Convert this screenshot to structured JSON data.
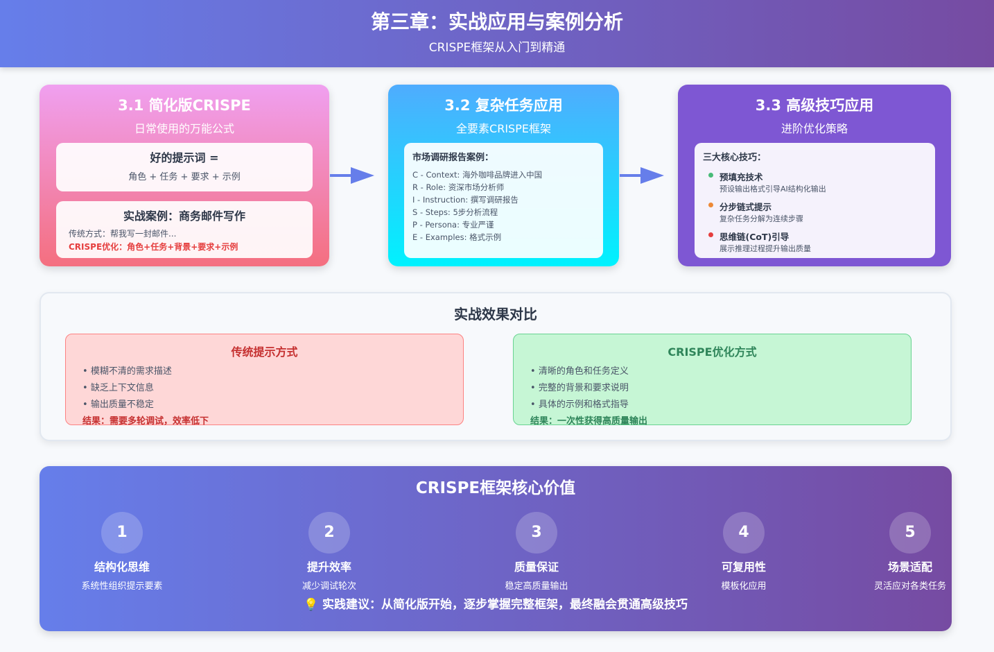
{
  "header": {
    "title": "第三章：实战应用与案例分析",
    "subtitle": "CRISPE框架从入门到精通"
  },
  "card1": {
    "title": "3.1 简化版CRISPE",
    "subtitle": "日常使用的万能公式",
    "formula_title": "好的提示词 =",
    "formula": "角色 + 任务 + 要求 + 示例",
    "case_title": "实战案例：商务邮件写作",
    "traditional": "传统方式：帮我写一封邮件...",
    "optimized": "CRISPE优化：角色+任务+背景+要求+示例"
  },
  "card2": {
    "title": "3.2 复杂任务应用",
    "subtitle": "全要素CRISPE框架",
    "case_title": "市场调研报告案例：",
    "items": [
      "C - Context: 海外咖啡品牌进入中国",
      "R - Role: 资深市场分析师",
      "I - Instruction: 撰写调研报告",
      "S - Steps: 5步分析流程",
      "P - Persona: 专业严谨",
      "E - Examples: 格式示例"
    ]
  },
  "card3": {
    "title": "3.3 高级技巧应用",
    "subtitle": "进阶优化策略",
    "list_title": "三大核心技巧：",
    "techniques": [
      {
        "name": "预填充技术",
        "desc": "预设输出格式引导AI结构化输出",
        "color": "#48bb78"
      },
      {
        "name": "分步链式提示",
        "desc": "复杂任务分解为连续步骤",
        "color": "#ed8936"
      },
      {
        "name": "思维链(CoT)引导",
        "desc": "展示推理过程提升输出质量",
        "color": "#e53e3e"
      }
    ]
  },
  "comparison": {
    "title": "实战效果对比",
    "traditional": {
      "title": "传统提示方式",
      "items": [
        "模糊不清的需求描述",
        "缺乏上下文信息",
        "输出质量不稳定"
      ],
      "result": "结果：需要多轮调试，效率低下"
    },
    "crispe": {
      "title": "CRISPE优化方式",
      "items": [
        "清晰的角色和任务定义",
        "完整的背景和要求说明",
        "具体的示例和格式指导"
      ],
      "result": "结果：一次性获得高质量输出"
    }
  },
  "values": {
    "title": "CRISPE框架核心价值",
    "items": [
      {
        "num": "1",
        "title": "结构化思维",
        "desc": "系统性组织提示要素"
      },
      {
        "num": "2",
        "title": "提升效率",
        "desc": "减少调试轮次"
      },
      {
        "num": "3",
        "title": "质量保证",
        "desc": "稳定高质量输出"
      },
      {
        "num": "4",
        "title": "可复用性",
        "desc": "模板化应用"
      },
      {
        "num": "5",
        "title": "场景适配",
        "desc": "灵活应对各类任务"
      }
    ],
    "tip_icon": "💡",
    "tip": "实践建议：从简化版开始，逐步掌握完整框架，最终融会贯通高级技巧"
  }
}
